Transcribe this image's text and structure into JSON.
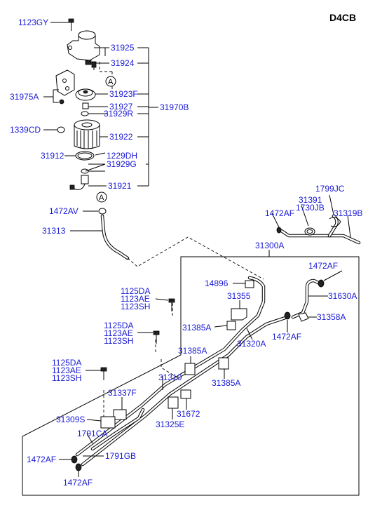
{
  "engine_code": "D4CB",
  "callout_a": "A",
  "labels": {
    "l1123GY": "1123GY",
    "l31925": "31925",
    "l31924": "31924",
    "l31975A": "31975A",
    "l31923F": "31923F",
    "l31927": "31927",
    "l31929R": "31929R",
    "l31970B": "31970B",
    "l1339CD": "1339CD",
    "l31922": "31922",
    "l31912": "31912",
    "l1229DH": "1229DH",
    "l31929G": "31929G",
    "l31921": "31921",
    "l1472AV": "1472AV",
    "l31313": "31313",
    "l1799JC": "1799JC",
    "l31391": "31391",
    "l1730JB": "1730JB",
    "l1472AF_top": "1472AF",
    "l31319B": "31319B",
    "l31300A": "31300A",
    "l1472AF_r1": "1472AF",
    "l14896": "14896",
    "l31630A": "31630A",
    "l1125DA_1": "1125DA",
    "l1123AE_1": "1123AE",
    "l1123SH_1": "1123SH",
    "l31355": "31355",
    "l31358A": "31358A",
    "l1125DA_2": "1125DA",
    "l1123AE_2": "1123AE",
    "l1123SH_2": "1123SH",
    "l31385A_1": "31385A",
    "l1472AF_r2": "1472AF",
    "l31320A": "31320A",
    "l1125DA_3": "1125DA",
    "l1123AE_3": "1123AE",
    "l1123SH_3": "1123SH",
    "l31385A_2": "31385A",
    "l31310": "31310",
    "l31385A_3": "31385A",
    "l31337F": "31337F",
    "l31672": "31672",
    "l31309S": "31309S",
    "l31325E": "31325E",
    "l1791CA": "1791CA",
    "l1472AF_b1": "1472AF",
    "l1791GB": "1791GB",
    "l1472AF_b2": "1472AF"
  }
}
